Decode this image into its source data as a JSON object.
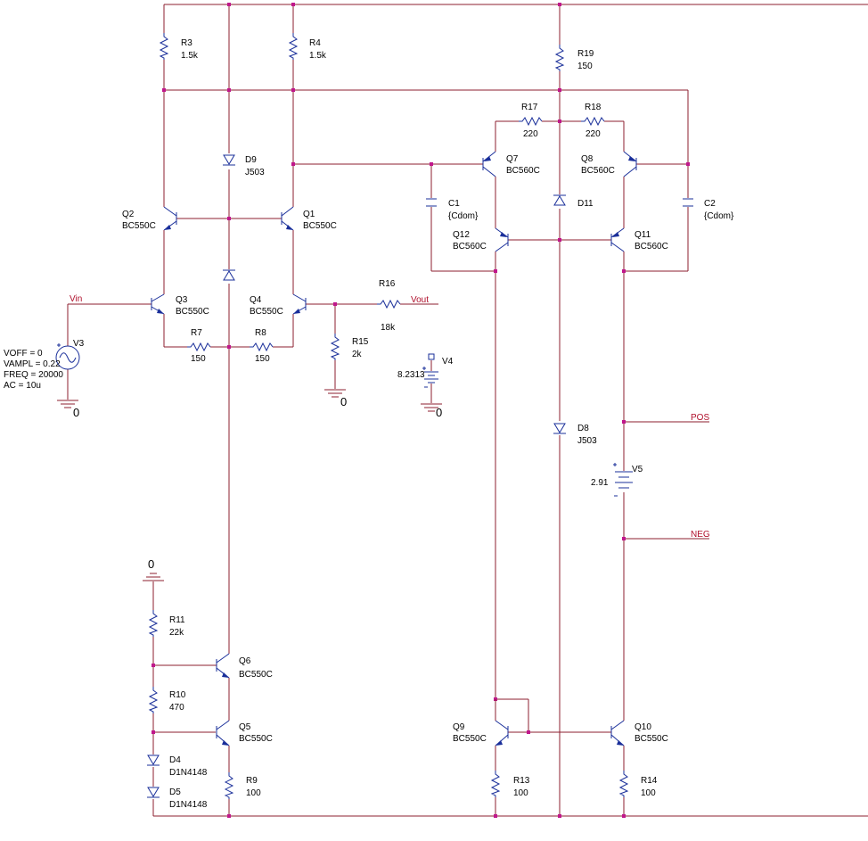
{
  "resistors": {
    "R3": {
      "name": "R3",
      "value": "1.5k"
    },
    "R4": {
      "name": "R4",
      "value": "1.5k"
    },
    "R19": {
      "name": "R19",
      "value": "150"
    },
    "R17": {
      "name": "R17",
      "value": "220"
    },
    "R18": {
      "name": "R18",
      "value": "220"
    },
    "R7": {
      "name": "R7",
      "value": "150"
    },
    "R8": {
      "name": "R8",
      "value": "150"
    },
    "R16": {
      "name": "R16",
      "value": "18k"
    },
    "R15": {
      "name": "R15",
      "value": "2k"
    },
    "R11": {
      "name": "R11",
      "value": "22k"
    },
    "R10": {
      "name": "R10",
      "value": "470"
    },
    "R9": {
      "name": "R9",
      "value": "100"
    },
    "R13": {
      "name": "R13",
      "value": "100"
    },
    "R14": {
      "name": "R14",
      "value": "100"
    }
  },
  "transistors": {
    "Q1": {
      "name": "Q1",
      "value": "BC550C"
    },
    "Q2": {
      "name": "Q2",
      "value": "BC550C"
    },
    "Q3": {
      "name": "Q3",
      "value": "BC550C"
    },
    "Q4": {
      "name": "Q4",
      "value": "BC550C"
    },
    "Q5": {
      "name": "Q5",
      "value": "BC550C"
    },
    "Q6": {
      "name": "Q6",
      "value": "BC550C"
    },
    "Q7": {
      "name": "Q7",
      "value": "BC560C"
    },
    "Q8": {
      "name": "Q8",
      "value": "BC560C"
    },
    "Q9": {
      "name": "Q9",
      "value": "BC550C"
    },
    "Q10": {
      "name": "Q10",
      "value": "BC550C"
    },
    "Q11": {
      "name": "Q11",
      "value": "BC560C"
    },
    "Q12": {
      "name": "Q12",
      "value": "BC560C"
    }
  },
  "diodes": {
    "D9": {
      "name": "D9",
      "value": "J503"
    },
    "D11": {
      "name": "D11"
    },
    "D8": {
      "name": "D8",
      "value": "J503"
    },
    "D4": {
      "name": "D4",
      "value": "D1N4148"
    },
    "D5": {
      "name": "D5",
      "value": "D1N4148"
    }
  },
  "capacitors": {
    "C1": {
      "name": "C1",
      "value": "{Cdom}"
    },
    "C2": {
      "name": "C2",
      "value": "{Cdom}"
    }
  },
  "sources": {
    "V3": {
      "name": "V3",
      "params": [
        "VOFF = 0",
        "VAMPL = 0.22",
        "FREQ = 20000",
        "AC = 10u"
      ]
    },
    "V4": {
      "name": "V4",
      "value": "8.2313"
    },
    "V5": {
      "name": "V5",
      "value": "2.91"
    }
  },
  "nets": {
    "vin": "Vin",
    "vout": "Vout",
    "pos": "POS",
    "neg": "NEG"
  },
  "ground_label": "0",
  "colors": {
    "wire": "#8c1f2f",
    "component": "#1a2f9a",
    "junction": "#c0178c",
    "net_label": "#b0102c"
  }
}
